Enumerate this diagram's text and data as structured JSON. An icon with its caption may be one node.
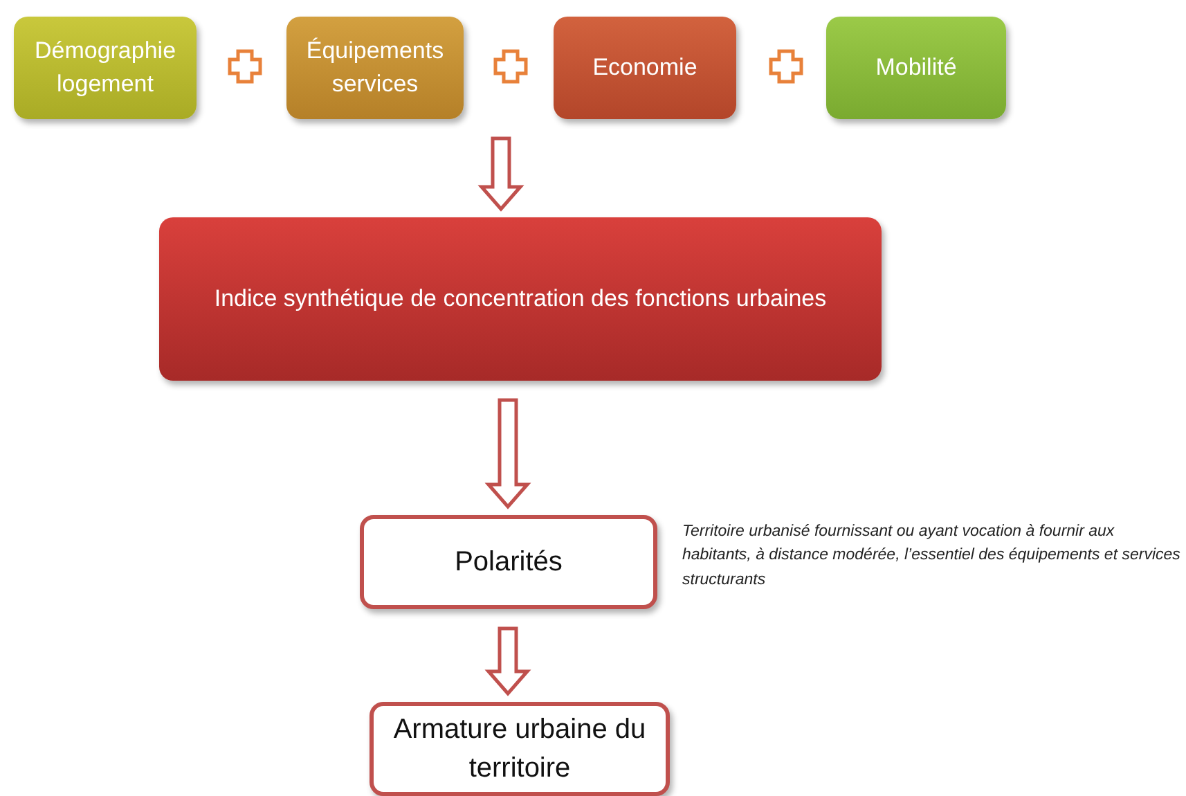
{
  "diagram": {
    "nodes": [
      {
        "text": [
          "Démographie logement"
        ]
      },
      {
        "text": [
          "Équipements services"
        ]
      },
      {
        "text": [
          "Economie"
        ]
      },
      {
        "text": [
          "Mobilité"
        ]
      },
      {
        "text": [
          "Indice synthétique de concentration des fonctions urbaines"
        ]
      },
      {
        "text": [
          "Polarités"
        ],
        "beside": [
          "Territoire urbanisé fournissant ou ayant vocation à fournir aux habitants, à distance modérée, l’essentiel des équipements et services structurants"
        ]
      },
      {
        "text": [
          "Armature urbaine du territoire"
        ]
      }
    ],
    "edges": [
      {
        "from": null,
        "to": 4,
        "arrow": "to"
      },
      {
        "from": 4,
        "to": 5,
        "arrow": "to"
      },
      {
        "from": 5,
        "to": 6,
        "arrow": "to"
      }
    ]
  }
}
